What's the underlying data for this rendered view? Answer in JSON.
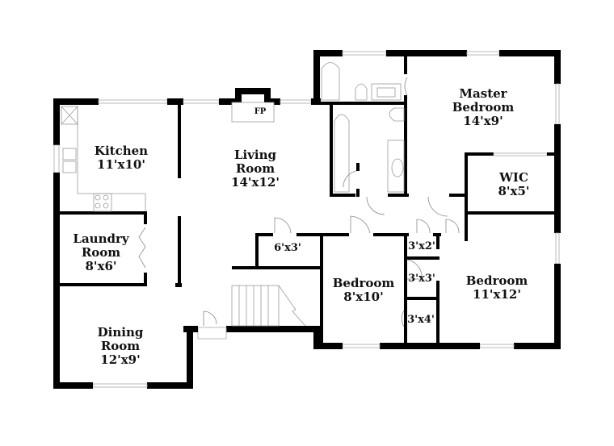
{
  "floorplan": {
    "rooms": [
      {
        "id": "kitchen",
        "name": "Kitchen",
        "size": "11'x10'"
      },
      {
        "id": "living",
        "name_line1": "Living",
        "name_line2": "Room",
        "size": "14'x12'"
      },
      {
        "id": "master",
        "name_line1": "Master",
        "name_line2": "Bedroom",
        "size": "14'x9'"
      },
      {
        "id": "wic",
        "name": "WIC",
        "size": "8'x5'"
      },
      {
        "id": "laundry",
        "name_line1": "Laundry",
        "name_line2": "Room",
        "size": "8'x6'"
      },
      {
        "id": "dining",
        "name_line1": "Dining",
        "name_line2": "Room",
        "size": "12'x9'"
      },
      {
        "id": "bedroom2",
        "name": "Bedroom",
        "size": "8'x10'"
      },
      {
        "id": "bedroom3",
        "name": "Bedroom",
        "size": "11'x12'"
      },
      {
        "id": "closet-hall",
        "size": "6'x3'"
      },
      {
        "id": "closet-a",
        "size": "3'x2'"
      },
      {
        "id": "closet-b",
        "size": "3'x3'"
      },
      {
        "id": "closet-c",
        "size": "3'x4'"
      }
    ],
    "fireplace_label": "FP"
  }
}
